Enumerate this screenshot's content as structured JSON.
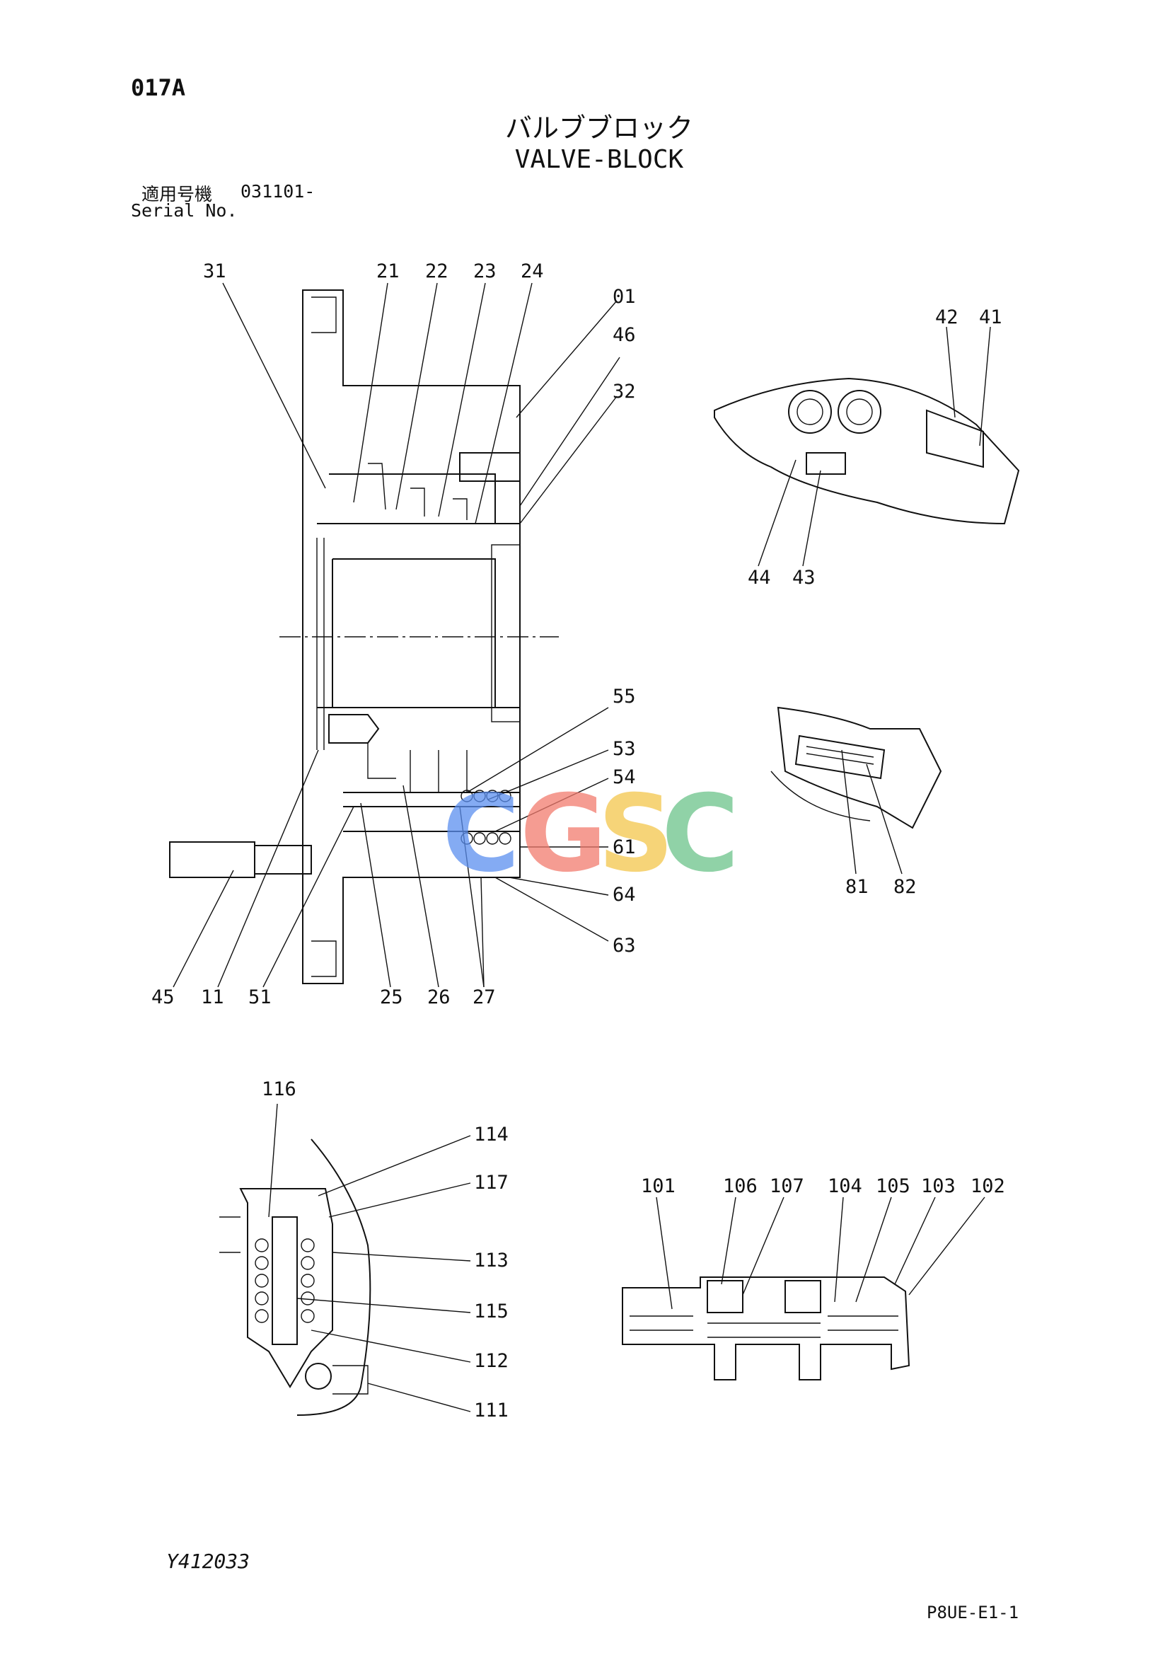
{
  "header": {
    "page_code": "017A",
    "title_jp": "バルブブロック",
    "title_en": "VALVE-BLOCK",
    "serial_label_jp": "適用号機",
    "serial_value": "031101-",
    "serial_label_en": "Serial No."
  },
  "footer": {
    "drawing_no": "Y412033",
    "page_ref": "P8UE-E1-1"
  },
  "watermark": {
    "letters": [
      "C",
      "G",
      "S",
      "C"
    ],
    "colors": [
      "#5b8ff0",
      "#f27b6e",
      "#f4c64b",
      "#6cc48a"
    ]
  },
  "callouts": {
    "main": [
      "31",
      "21",
      "22",
      "23",
      "24",
      "01",
      "46",
      "32",
      "55",
      "53",
      "54",
      "61",
      "64",
      "63",
      "45",
      "11",
      "51",
      "25",
      "26",
      "27"
    ],
    "top_right": [
      "42",
      "41",
      "44",
      "43"
    ],
    "mid_right": [
      "81",
      "82"
    ],
    "bottom_left": [
      "116",
      "114",
      "117",
      "113",
      "115",
      "112",
      "111"
    ],
    "bottom_right": [
      "101",
      "106",
      "107",
      "104",
      "105",
      "103",
      "102"
    ]
  }
}
